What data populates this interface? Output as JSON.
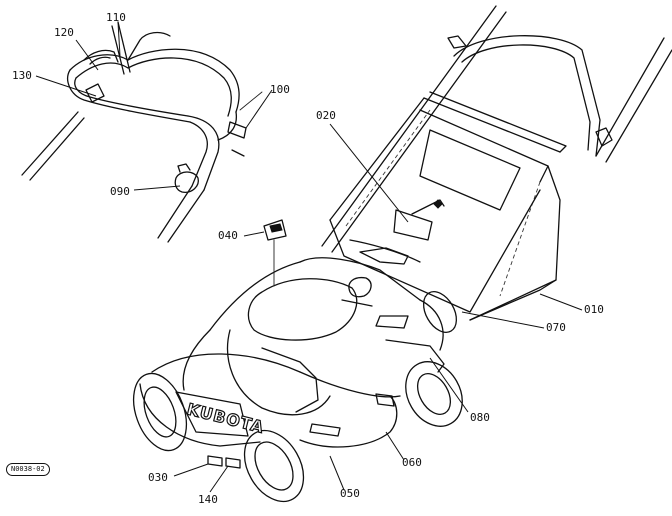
{
  "diagram": {
    "reference_code": "N0038-02",
    "brand_mark": "KUBOTA",
    "callouts": [
      {
        "id": "010",
        "text": "010"
      },
      {
        "id": "020",
        "text": "020"
      },
      {
        "id": "030",
        "text": "030"
      },
      {
        "id": "040",
        "text": "040"
      },
      {
        "id": "050",
        "text": "050"
      },
      {
        "id": "060",
        "text": "060"
      },
      {
        "id": "070",
        "text": "070"
      },
      {
        "id": "080",
        "text": "080"
      },
      {
        "id": "090",
        "text": "090"
      },
      {
        "id": "100",
        "text": "100"
      },
      {
        "id": "110",
        "text": "110"
      },
      {
        "id": "120",
        "text": "120"
      },
      {
        "id": "130",
        "text": "130"
      },
      {
        "id": "140",
        "text": "140"
      }
    ]
  }
}
